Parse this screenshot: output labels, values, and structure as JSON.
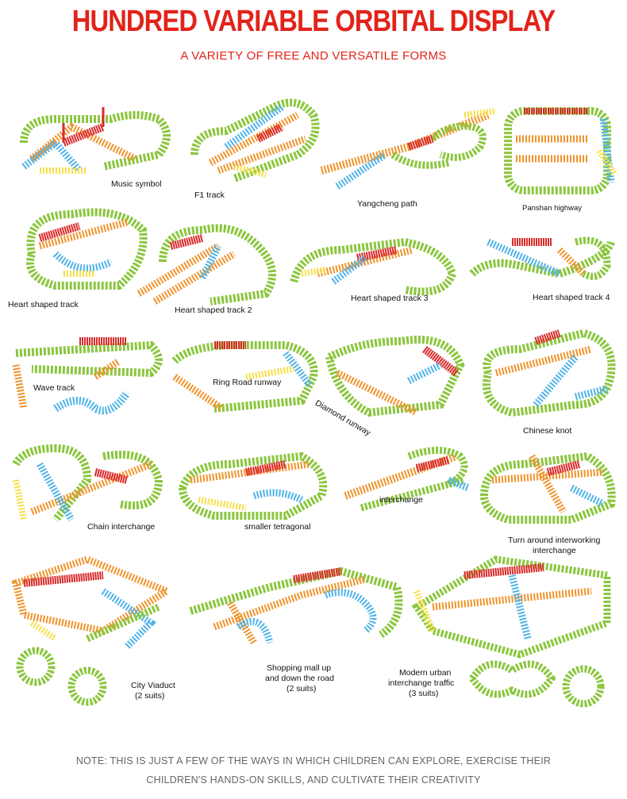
{
  "header": {
    "title": "HUNDRED VARIABLE ORBITAL DISPLAY",
    "subtitle": "A VARIETY OF FREE AND VERSATILE FORMS"
  },
  "colors": {
    "accent_red": "#e2231a",
    "track_green": "#8cc63f",
    "track_orange": "#f0932b",
    "track_blue": "#4fb3e8",
    "track_yellow": "#f7e04a",
    "bridge_red": "#d92b2b"
  },
  "tracks": [
    {
      "label": "Music symbol"
    },
    {
      "label": "F1 track"
    },
    {
      "label": "Yangcheng path"
    },
    {
      "label": "Panshan highway"
    },
    {
      "label": "Heart shaped track"
    },
    {
      "label": "Heart shaped track 2"
    },
    {
      "label": "Heart shaped track 3"
    },
    {
      "label": "Heart shaped track 4"
    },
    {
      "label": "Wave track"
    },
    {
      "label": "Ring Road runway"
    },
    {
      "label": "Diamond runway"
    },
    {
      "label": "Chinese knot"
    },
    {
      "label": "Chain interchange"
    },
    {
      "label": "smaller  tetragonal"
    },
    {
      "label": "interchange"
    },
    {
      "label": "Turn around interworking",
      "label2": "interchange"
    },
    {
      "label": "City Viaduct",
      "label2": "(2 suits)"
    },
    {
      "label": "Shopping mall up",
      "label2": "and down the road",
      "label3": "(2 suits)"
    },
    {
      "label": "Modern urban",
      "label2": "interchange traffic",
      "label3": "(3 suits)"
    }
  ],
  "footer": {
    "line1": "NOTE: THIS IS JUST A FEW OF THE WAYS IN WHICH CHILDREN CAN EXPLORE, EXERCISE THEIR",
    "line2": "CHILDREN'S HANDS-ON SKILLS, AND CULTIVATE THEIR CREATIVITY"
  }
}
